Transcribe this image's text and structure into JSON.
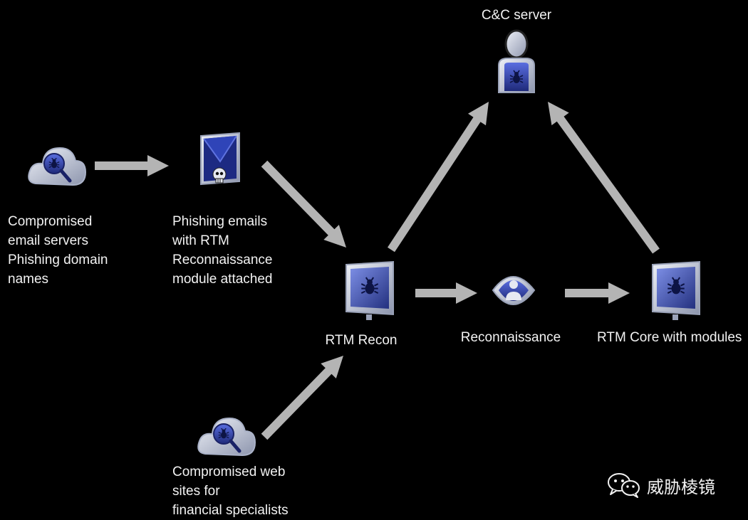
{
  "nodes": {
    "cnc": {
      "label": "C&C server",
      "icon": "hacker-icon"
    },
    "servers": {
      "lines": [
        "Compromised",
        "email servers",
        "Phishing domain",
        "names"
      ],
      "icon": "cloud-bug-icon"
    },
    "phishing": {
      "lines": [
        "Phishing emails",
        "with RTM",
        "Reconnaissance",
        "module attached"
      ],
      "icon": "email-skull-icon"
    },
    "recon_module": {
      "label": "RTM Recon",
      "icon": "monitor-bug-icon"
    },
    "reconnaissance": {
      "label": "Reconnaissance",
      "icon": "eye-user-icon"
    },
    "core": {
      "label": "RTM Core with modules",
      "icon": "monitor-bug-icon"
    },
    "websites": {
      "lines": [
        "Compromised web",
        "sites for",
        "financial specialists"
      ],
      "icon": "cloud-bug-icon"
    }
  },
  "edges": [
    {
      "from": "servers",
      "to": "phishing"
    },
    {
      "from": "phishing",
      "to": "recon_module"
    },
    {
      "from": "websites",
      "to": "recon_module"
    },
    {
      "from": "recon_module",
      "to": "cnc"
    },
    {
      "from": "recon_module",
      "to": "reconnaissance"
    },
    {
      "from": "reconnaissance",
      "to": "core"
    },
    {
      "from": "core",
      "to": "cnc"
    }
  ],
  "watermark": {
    "text": "威胁棱镜",
    "icon": "wechat-icon"
  },
  "colors": {
    "background": "#000000",
    "arrow": "#b4b4b4",
    "icon_blue": "#3a4fb8",
    "icon_silver": "#c9d0e0",
    "text": "#f2f2f2"
  }
}
